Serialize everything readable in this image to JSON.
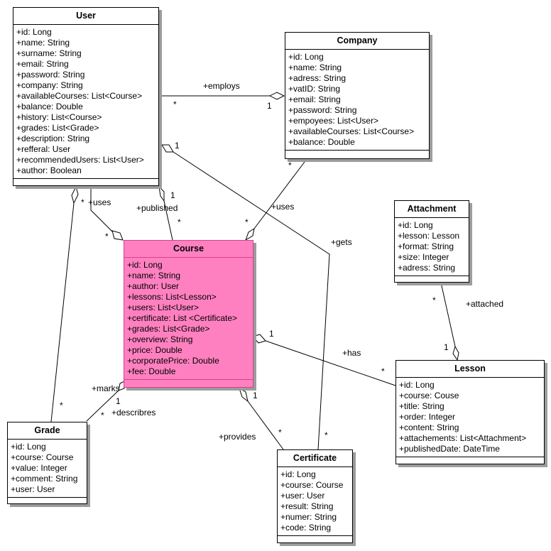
{
  "classes": {
    "user": {
      "name": "User",
      "attributes": [
        "+id: Long",
        "+name: String",
        "+surname: String",
        "+email: String",
        "+password: String",
        "+company: String",
        "+availableCourses: List<Course>",
        "+balance: Double",
        "+history: List<Course>",
        "+grades: List<Grade>",
        "+description: String",
        "+refferal: User",
        "+recommendedUsers: List<User>",
        "+author: Boolean"
      ]
    },
    "company": {
      "name": "Company",
      "attributes": [
        "+id: Long",
        "+name: String",
        "+adress: String",
        "+vatID: String",
        "+email: String",
        "+password: String",
        "+empoyees: List<User>",
        "+availableCourses: List<Course>",
        "+balance: Double"
      ]
    },
    "attachment": {
      "name": "Attachment",
      "attributes": [
        "+id: Long",
        "+lesson: Lesson",
        "+format: String",
        "+size: Integer",
        "+adress: String"
      ]
    },
    "course": {
      "name": "Course",
      "attributes": [
        "+id: Long",
        "+name: String",
        "+author: User",
        "+lessons: List<Lesson>",
        "+users: List<User>",
        "+certificate: List <Certificate>",
        "+grades: List<Grade>",
        "+overview: String",
        "+price: Double",
        "+corporatePrice: Double",
        "+fee: Double"
      ]
    },
    "lesson": {
      "name": "Lesson",
      "attributes": [
        "+id: Long",
        "+course: Couse",
        "+title: String",
        "+order: Integer",
        "+content: String",
        "+attachements: List<Attachment>",
        "+publishedDate: DateTime"
      ]
    },
    "grade": {
      "name": "Grade",
      "attributes": [
        "+id: Long",
        "+course: Course",
        "+value: Integer",
        "+comment: String",
        "+user: User"
      ]
    },
    "certificate": {
      "name": "Certificate",
      "attributes": [
        "+id: Long",
        "+course: Course",
        "+user: User",
        "+result: String",
        "+numer: String",
        "+code: String"
      ]
    }
  },
  "associations": {
    "employs": "+employs",
    "uses_user": "+uses",
    "published": "+published",
    "uses_company": "+uses",
    "gets": "+gets",
    "attached": "+attached",
    "has": "+has",
    "marks": "+marks",
    "describes": "+describres",
    "provides": "+provides"
  },
  "multiplicities": {
    "many": "*",
    "one": "1"
  },
  "colors": {
    "course_fill": "#ff80c0",
    "course_border": "#d6408c",
    "shadow": "#9c9c9c"
  }
}
